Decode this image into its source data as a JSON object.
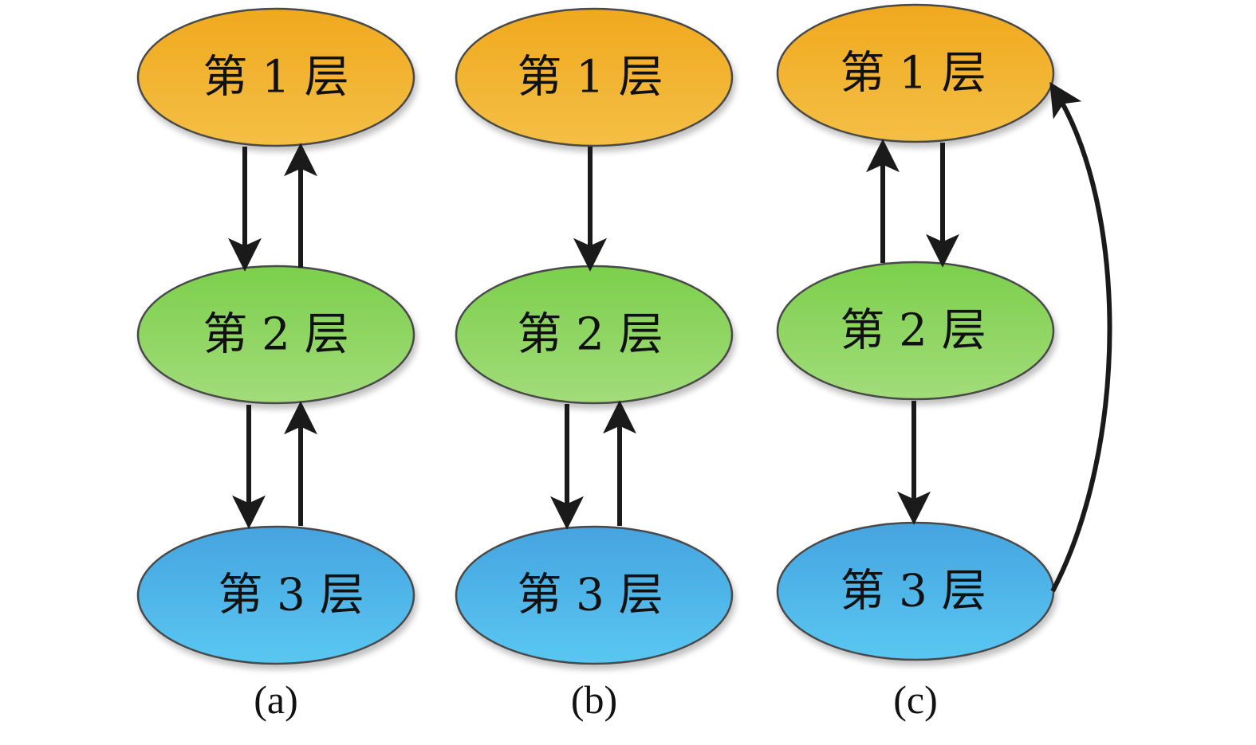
{
  "panels": [
    {
      "caption": "(a)",
      "layers": [
        {
          "label": "第 1 层",
          "color": "orange"
        },
        {
          "label": "第 2 层",
          "color": "green"
        },
        {
          "label": "第 3 层",
          "color": "blue"
        }
      ]
    },
    {
      "caption": "(b)",
      "layers": [
        {
          "label": "第 1 层",
          "color": "orange"
        },
        {
          "label": "第 2 层",
          "color": "green"
        },
        {
          "label": "第 3 层",
          "color": "blue"
        }
      ]
    },
    {
      "caption": "(c)",
      "layers": [
        {
          "label": "第 1 层",
          "color": "orange"
        },
        {
          "label": "第 2 层",
          "color": "green"
        },
        {
          "label": "第 3 层",
          "color": "blue"
        }
      ]
    }
  ],
  "edges": [
    {
      "panel": "a",
      "from": "第 1 层",
      "to": "第 2 层"
    },
    {
      "panel": "a",
      "from": "第 2 层",
      "to": "第 1 层"
    },
    {
      "panel": "a",
      "from": "第 2 层",
      "to": "第 3 层"
    },
    {
      "panel": "a",
      "from": "第 3 层",
      "to": "第 2 层"
    },
    {
      "panel": "b",
      "from": "第 1 层",
      "to": "第 2 层"
    },
    {
      "panel": "b",
      "from": "第 2 层",
      "to": "第 3 层"
    },
    {
      "panel": "b",
      "from": "第 3 层",
      "to": "第 2 层"
    },
    {
      "panel": "c",
      "from": "第 2 层",
      "to": "第 1 层"
    },
    {
      "panel": "c",
      "from": "第 1 层",
      "to": "第 2 层"
    },
    {
      "panel": "c",
      "from": "第 2 层",
      "to": "第 3 层"
    },
    {
      "panel": "c",
      "from": "第 3 层",
      "to": "第 1 层"
    }
  ],
  "colors": {
    "orange_top": "#f0a91e",
    "orange_bottom": "#f4bf45",
    "green_top": "#7ccf4c",
    "green_bottom": "#a2dc7a",
    "blue_top": "#45a4df",
    "blue_bottom": "#5ac7f2",
    "outline": "#4a4a4a",
    "arrow": "#1a1a1a"
  }
}
